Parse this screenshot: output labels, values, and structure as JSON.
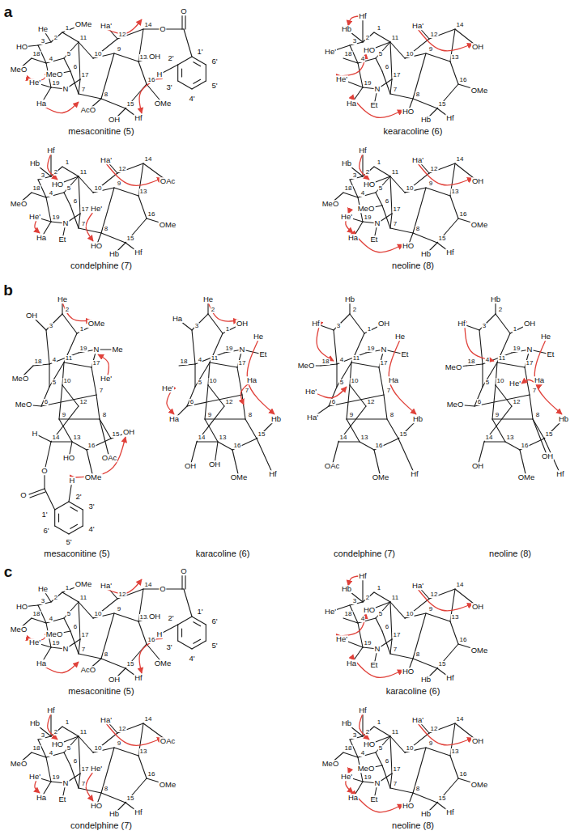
{
  "diagram": {
    "labels": [
      "a",
      "mesaconitine (5)",
      "1",
      "2",
      "3",
      "4",
      "5",
      "6",
      "7",
      "8",
      "9",
      "10",
      "11",
      "12",
      "13",
      "14",
      "15",
      "16",
      "17",
      "18",
      "19",
      "OMe",
      "He",
      "HO",
      "MeO",
      "He'",
      "Ha",
      "MeO",
      "N",
      "AcO",
      "OH",
      "OH",
      "Hf",
      "OMe",
      "Ha'",
      "O",
      "O",
      "1'",
      "2'",
      "3'",
      "4'",
      "5'",
      "6'",
      "H",
      "kearacoline (6)",
      "1",
      "2",
      "3",
      "4",
      "5",
      "6",
      "7",
      "8",
      "9",
      "10",
      "11",
      "12",
      "13",
      "14",
      "15",
      "16",
      "17",
      "18",
      "19",
      "Hf",
      "Hb",
      "He'",
      "HO",
      "N",
      "Et",
      "He'",
      "Ha",
      "HO",
      "OH",
      "OMe",
      "Hb",
      "Hf",
      "Ha'",
      "condelphine (7)",
      "1",
      "2",
      "3",
      "4",
      "5",
      "6",
      "7",
      "8",
      "9",
      "10",
      "11",
      "12",
      "13",
      "14",
      "15",
      "16",
      "17",
      "18",
      "19",
      "Hf",
      "Hb",
      "MeO",
      "He'",
      "Ha",
      "HO",
      "N",
      "Et",
      "He'",
      "Ha'",
      "OAc",
      "OMe",
      "HO",
      "Hb",
      "Hf",
      "neoline (8)",
      "1",
      "2",
      "3",
      "4",
      "5",
      "6",
      "7",
      "8",
      "9",
      "10",
      "11",
      "12",
      "13",
      "14",
      "15",
      "16",
      "17",
      "18",
      "19",
      "Hf",
      "Hb",
      "MeO",
      "He'",
      "Ha",
      "HO",
      "MeO",
      "N",
      "Et",
      "Ha'",
      "OH",
      "OMe",
      "HO",
      "Hb",
      "Hf",
      "b",
      "mesaconitine (5)",
      "1",
      "2",
      "3",
      "4",
      "5",
      "6",
      "7",
      "8",
      "9",
      "10",
      "11",
      "12",
      "13",
      "14",
      "15",
      "16",
      "17",
      "18",
      "19",
      "He",
      "OH",
      "OMe",
      "N",
      "Me",
      "MeO",
      "MeO",
      "He'",
      "H",
      "HO",
      "OAc",
      "OH",
      "OMe",
      "O",
      "O",
      "1'",
      "2'",
      "3'",
      "4'",
      "5'",
      "6'",
      "H",
      "karacoline (6)",
      "1",
      "2",
      "3",
      "4",
      "5",
      "6",
      "7",
      "8",
      "9",
      "10",
      "11",
      "12",
      "13",
      "14",
      "15",
      "16",
      "17",
      "18",
      "19",
      "He",
      "Ha",
      "OH",
      "He",
      "N",
      "Et",
      "He'",
      "Ha",
      "Ha",
      "OH",
      "OH",
      "OMe",
      "Hb",
      "Hf",
      "condelphine (7)",
      "1",
      "2",
      "3",
      "4",
      "5",
      "6",
      "7",
      "8",
      "9",
      "10",
      "11",
      "12",
      "13",
      "14",
      "15",
      "16",
      "17",
      "18",
      "19",
      "Hb",
      "Hf",
      "OH",
      "He",
      "N",
      "Et",
      "MeO",
      "Ha",
      "He'",
      "Ha'",
      "OAc",
      "OMe",
      "Hb",
      "Hf",
      "neoline (8)",
      "1",
      "2",
      "3",
      "4",
      "5",
      "6",
      "7",
      "8",
      "9",
      "10",
      "11",
      "12",
      "13",
      "14",
      "15",
      "16",
      "17",
      "18",
      "19",
      "Hb",
      "Hf",
      "OH",
      "He",
      "N",
      "Et",
      "MeO",
      "MeO",
      "Ha",
      "He'",
      "OH",
      "OH",
      "OMe",
      "Hb",
      "Hf",
      "c",
      "mesaconitine (5)",
      "1",
      "2",
      "3",
      "4",
      "5",
      "6",
      "7",
      "8",
      "9",
      "10",
      "11",
      "12",
      "13",
      "14",
      "15",
      "16",
      "17",
      "18",
      "19",
      "OMe",
      "He",
      "HO",
      "MeO",
      "He'",
      "Ha",
      "MeO",
      "N",
      "AcO",
      "OH",
      "OH",
      "Hf",
      "OMe",
      "Ha'",
      "O",
      "O",
      "1'",
      "2'",
      "3'",
      "4'",
      "5'",
      "6'",
      "H",
      "karacoline (6)",
      "1",
      "2",
      "3",
      "4",
      "5",
      "6",
      "7",
      "8",
      "9",
      "10",
      "11",
      "12",
      "13",
      "14",
      "15",
      "16",
      "17",
      "18",
      "19",
      "Hf",
      "Hb",
      "He'",
      "HO",
      "N",
      "Et",
      "He'",
      "Ha",
      "HO",
      "OH",
      "OMe",
      "Hb",
      "Hf",
      "Ha'",
      "condelphine (7)",
      "1",
      "2",
      "3",
      "4",
      "5",
      "6",
      "7",
      "8",
      "9",
      "10",
      "11",
      "12",
      "13",
      "14",
      "15",
      "16",
      "17",
      "18",
      "19",
      "Hf",
      "Hb",
      "MeO",
      "He'",
      "Ha",
      "HO",
      "N",
      "Et",
      "He'",
      "Ha'",
      "OAc",
      "OMe",
      "HO",
      "Hb",
      "Hf",
      "neoline (8)",
      "1",
      "2",
      "3",
      "4",
      "5",
      "6",
      "7",
      "8",
      "9",
      "10",
      "11",
      "12",
      "13",
      "14",
      "15",
      "16",
      "17",
      "18",
      "19",
      "Hf",
      "Hb",
      "MeO",
      "He'",
      "Ha",
      "HO",
      "MeO",
      "N",
      "Et",
      "Ha'",
      "OH",
      "OMe",
      "HO",
      "Hb",
      "Hf"
    ]
  }
}
